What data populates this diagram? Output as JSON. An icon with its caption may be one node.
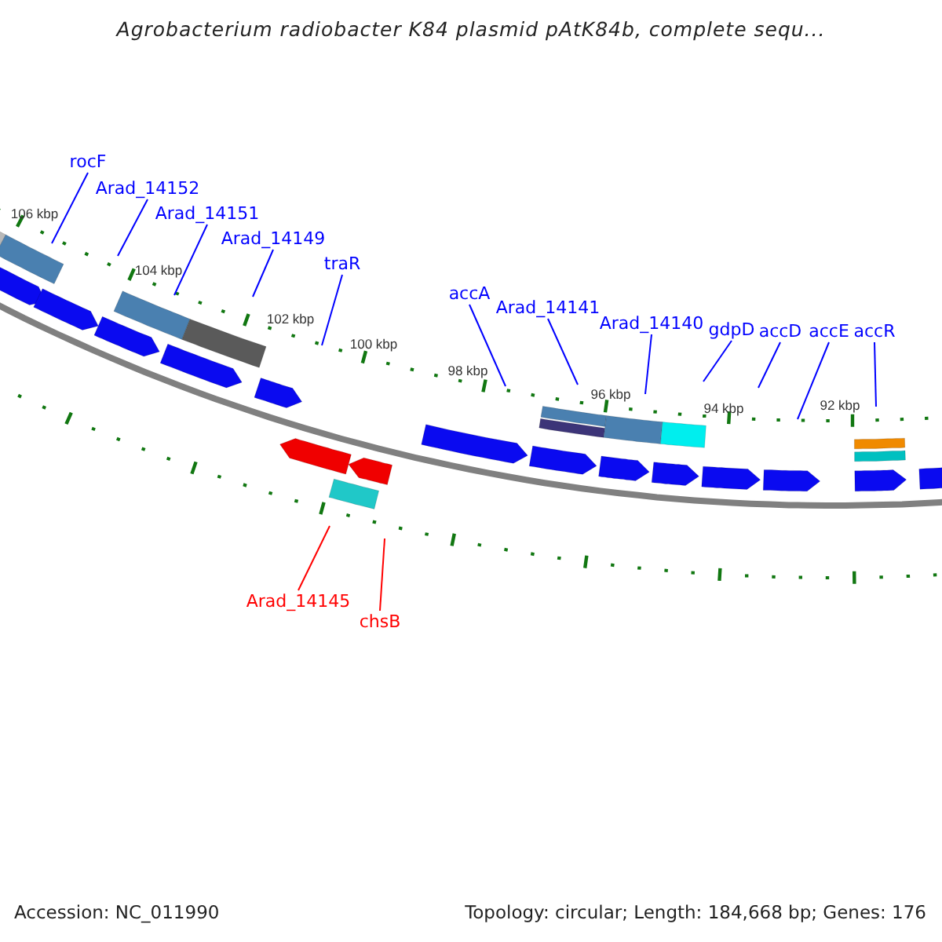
{
  "diagram": {
    "title": "Agrobacterium radiobacter K84 plasmid pAtK84b, complete sequ...",
    "nodes": [
      {
        "text": [
          "rocF"
        ]
      },
      {
        "text": [
          "Arad_14152"
        ]
      },
      {
        "text": [
          "Arad_14151"
        ]
      },
      {
        "text": [
          "Arad_14149"
        ]
      },
      {
        "text": [
          "traR"
        ]
      },
      {
        "text": [
          "accA"
        ]
      },
      {
        "text": [
          "Arad_14141"
        ]
      },
      {
        "text": [
          "Arad_14140"
        ]
      },
      {
        "text": [
          "gdpD"
        ]
      },
      {
        "text": [
          "accD"
        ]
      },
      {
        "text": [
          "accE"
        ]
      },
      {
        "text": [
          "accR"
        ]
      },
      {
        "text": [
          "Arad_14145"
        ]
      },
      {
        "text": [
          "chsB"
        ]
      }
    ],
    "edges": [
      {
        "from": 0,
        "to": null,
        "arrow": "none"
      },
      {
        "from": 1,
        "to": null,
        "arrow": "none"
      },
      {
        "from": 2,
        "to": null,
        "arrow": "none"
      },
      {
        "from": 3,
        "to": null,
        "arrow": "none"
      },
      {
        "from": 4,
        "to": null,
        "arrow": "none"
      },
      {
        "from": 5,
        "to": null,
        "arrow": "none"
      },
      {
        "from": 6,
        "to": null,
        "arrow": "none"
      },
      {
        "from": 7,
        "to": null,
        "arrow": "none"
      },
      {
        "from": 8,
        "to": null,
        "arrow": "none"
      },
      {
        "from": 9,
        "to": null,
        "arrow": "none"
      },
      {
        "from": 10,
        "to": null,
        "arrow": "none"
      },
      {
        "from": 11,
        "to": null,
        "arrow": "none"
      },
      {
        "from": 12,
        "to": null,
        "arrow": "none",
        "color": "#ff0000"
      },
      {
        "from": 13,
        "to": null,
        "arrow": "none",
        "color": "#ff0000"
      }
    ],
    "labels": [
      "106 kbp",
      "104 kbp",
      "102 kbp",
      "100 kbp",
      "98 kbp",
      "96 kbp",
      "94 kbp",
      "92 kbp",
      "Accession: NC_011990",
      "Topology: circular; Length: 184,668 bp; Genes: 176"
    ]
  }
}
